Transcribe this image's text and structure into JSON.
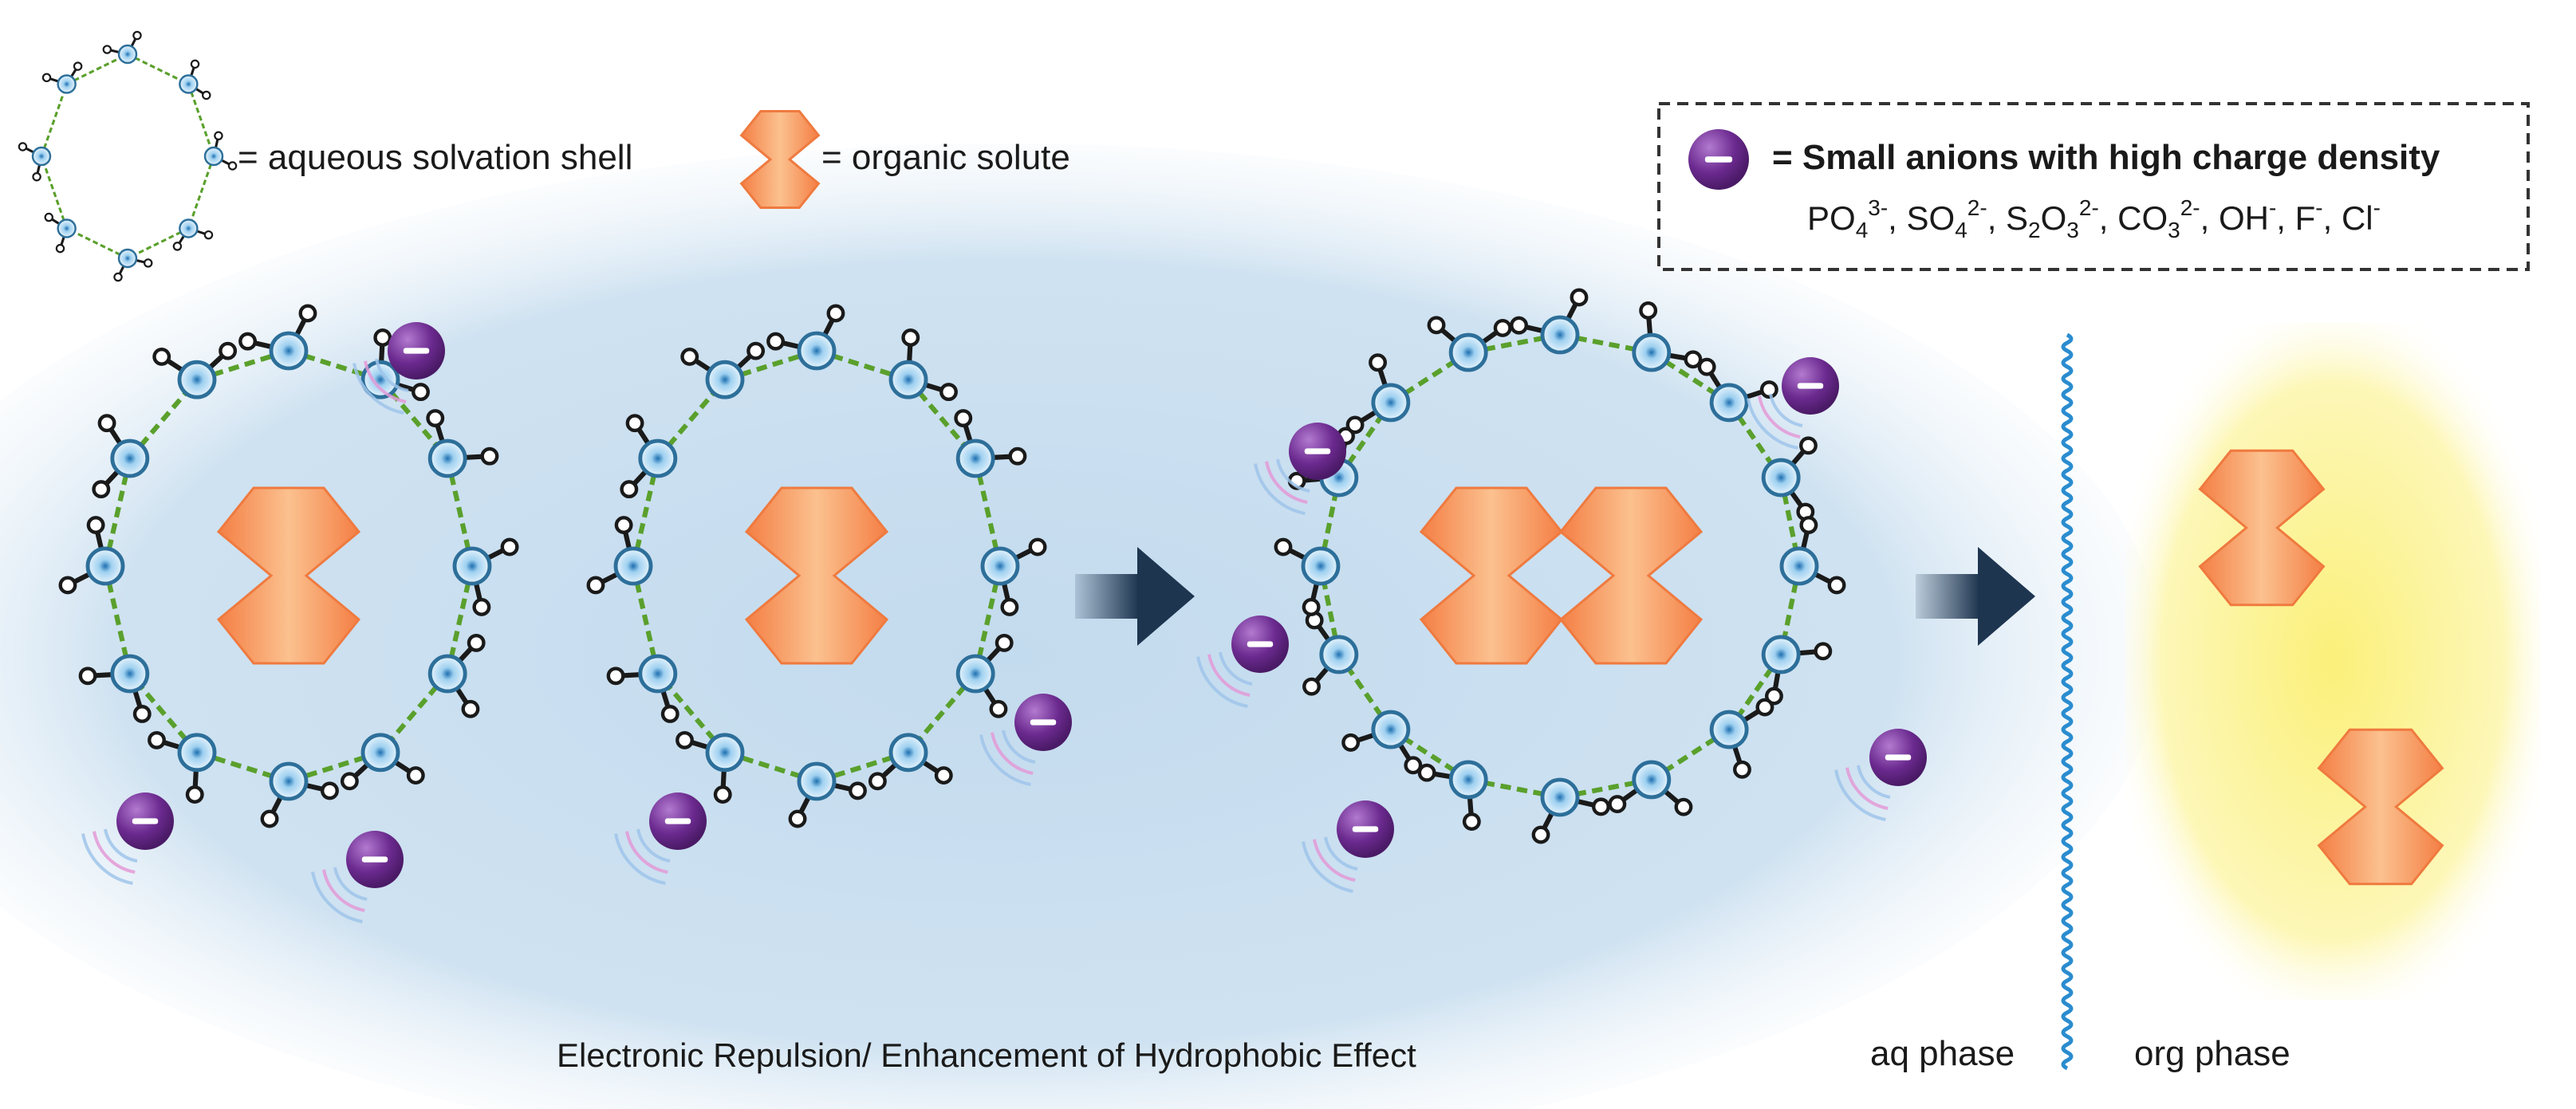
{
  "legend": {
    "shell_label": "= aqueous solvation shell",
    "solute_label": "= organic solute",
    "anion_label": "= Small anions with high charge density",
    "anion_list": [
      "PO",
      "4",
      "3-",
      ", SO",
      "4",
      "2-",
      ", S",
      "2",
      "O",
      "3",
      "2-",
      ", CO",
      "3",
      "2-",
      ", OH",
      "-",
      ", F",
      "-",
      ", Cl",
      "-"
    ]
  },
  "captions": {
    "process": "Electronic Repulsion/ Enhancement of Hydrophobic Effect",
    "aq_phase": "aq phase",
    "org_phase": "org phase"
  },
  "colors": {
    "water_bond": "#5aa02c",
    "oxygen_fill": "#cfe6f5",
    "oxygen_stroke": "#2d6f9a",
    "solute_fill": "#f5945a",
    "solute_highlight": "#fbd0a3",
    "anion": "#6b2a8f",
    "aqueous_bg": "#bcd7ec",
    "organic_bg": "#fbf17a",
    "arrow": "#1e3550",
    "interface": "#2a8ccf"
  },
  "icons": [
    "minus-sign-icon",
    "arrow-right-icon",
    "wavy-interface-icon"
  ]
}
